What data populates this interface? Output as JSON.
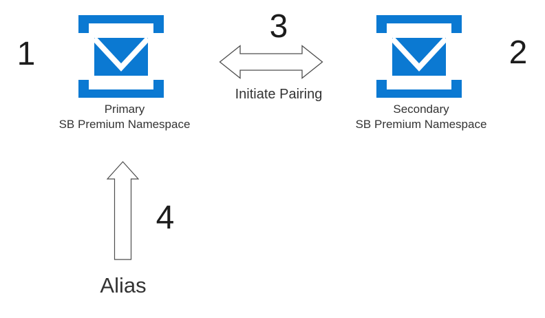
{
  "diagram": {
    "colors": {
      "icon_blue": "#0b79d2",
      "flap_white": "#ffffff",
      "arrow_outline": "#4d4d4d",
      "arrow_fill": "#ffffff",
      "step_number_color": "#1c1c1c",
      "label_color": "#333333",
      "background": "#ffffff"
    },
    "icons": {
      "primary": "service-bus-namespace-icon",
      "secondary": "service-bus-namespace-icon",
      "pairing": "double-headed-arrow-icon",
      "alias": "up-arrow-icon"
    },
    "primary": {
      "step_number": "1",
      "title": "Primary",
      "subtitle": "SB Premium Namespace"
    },
    "secondary": {
      "step_number": "2",
      "title": "Secondary",
      "subtitle": "SB Premium Namespace"
    },
    "pairing": {
      "step_number": "3",
      "label": "Initiate Pairing"
    },
    "alias": {
      "step_number": "4",
      "label": "Alias"
    }
  }
}
